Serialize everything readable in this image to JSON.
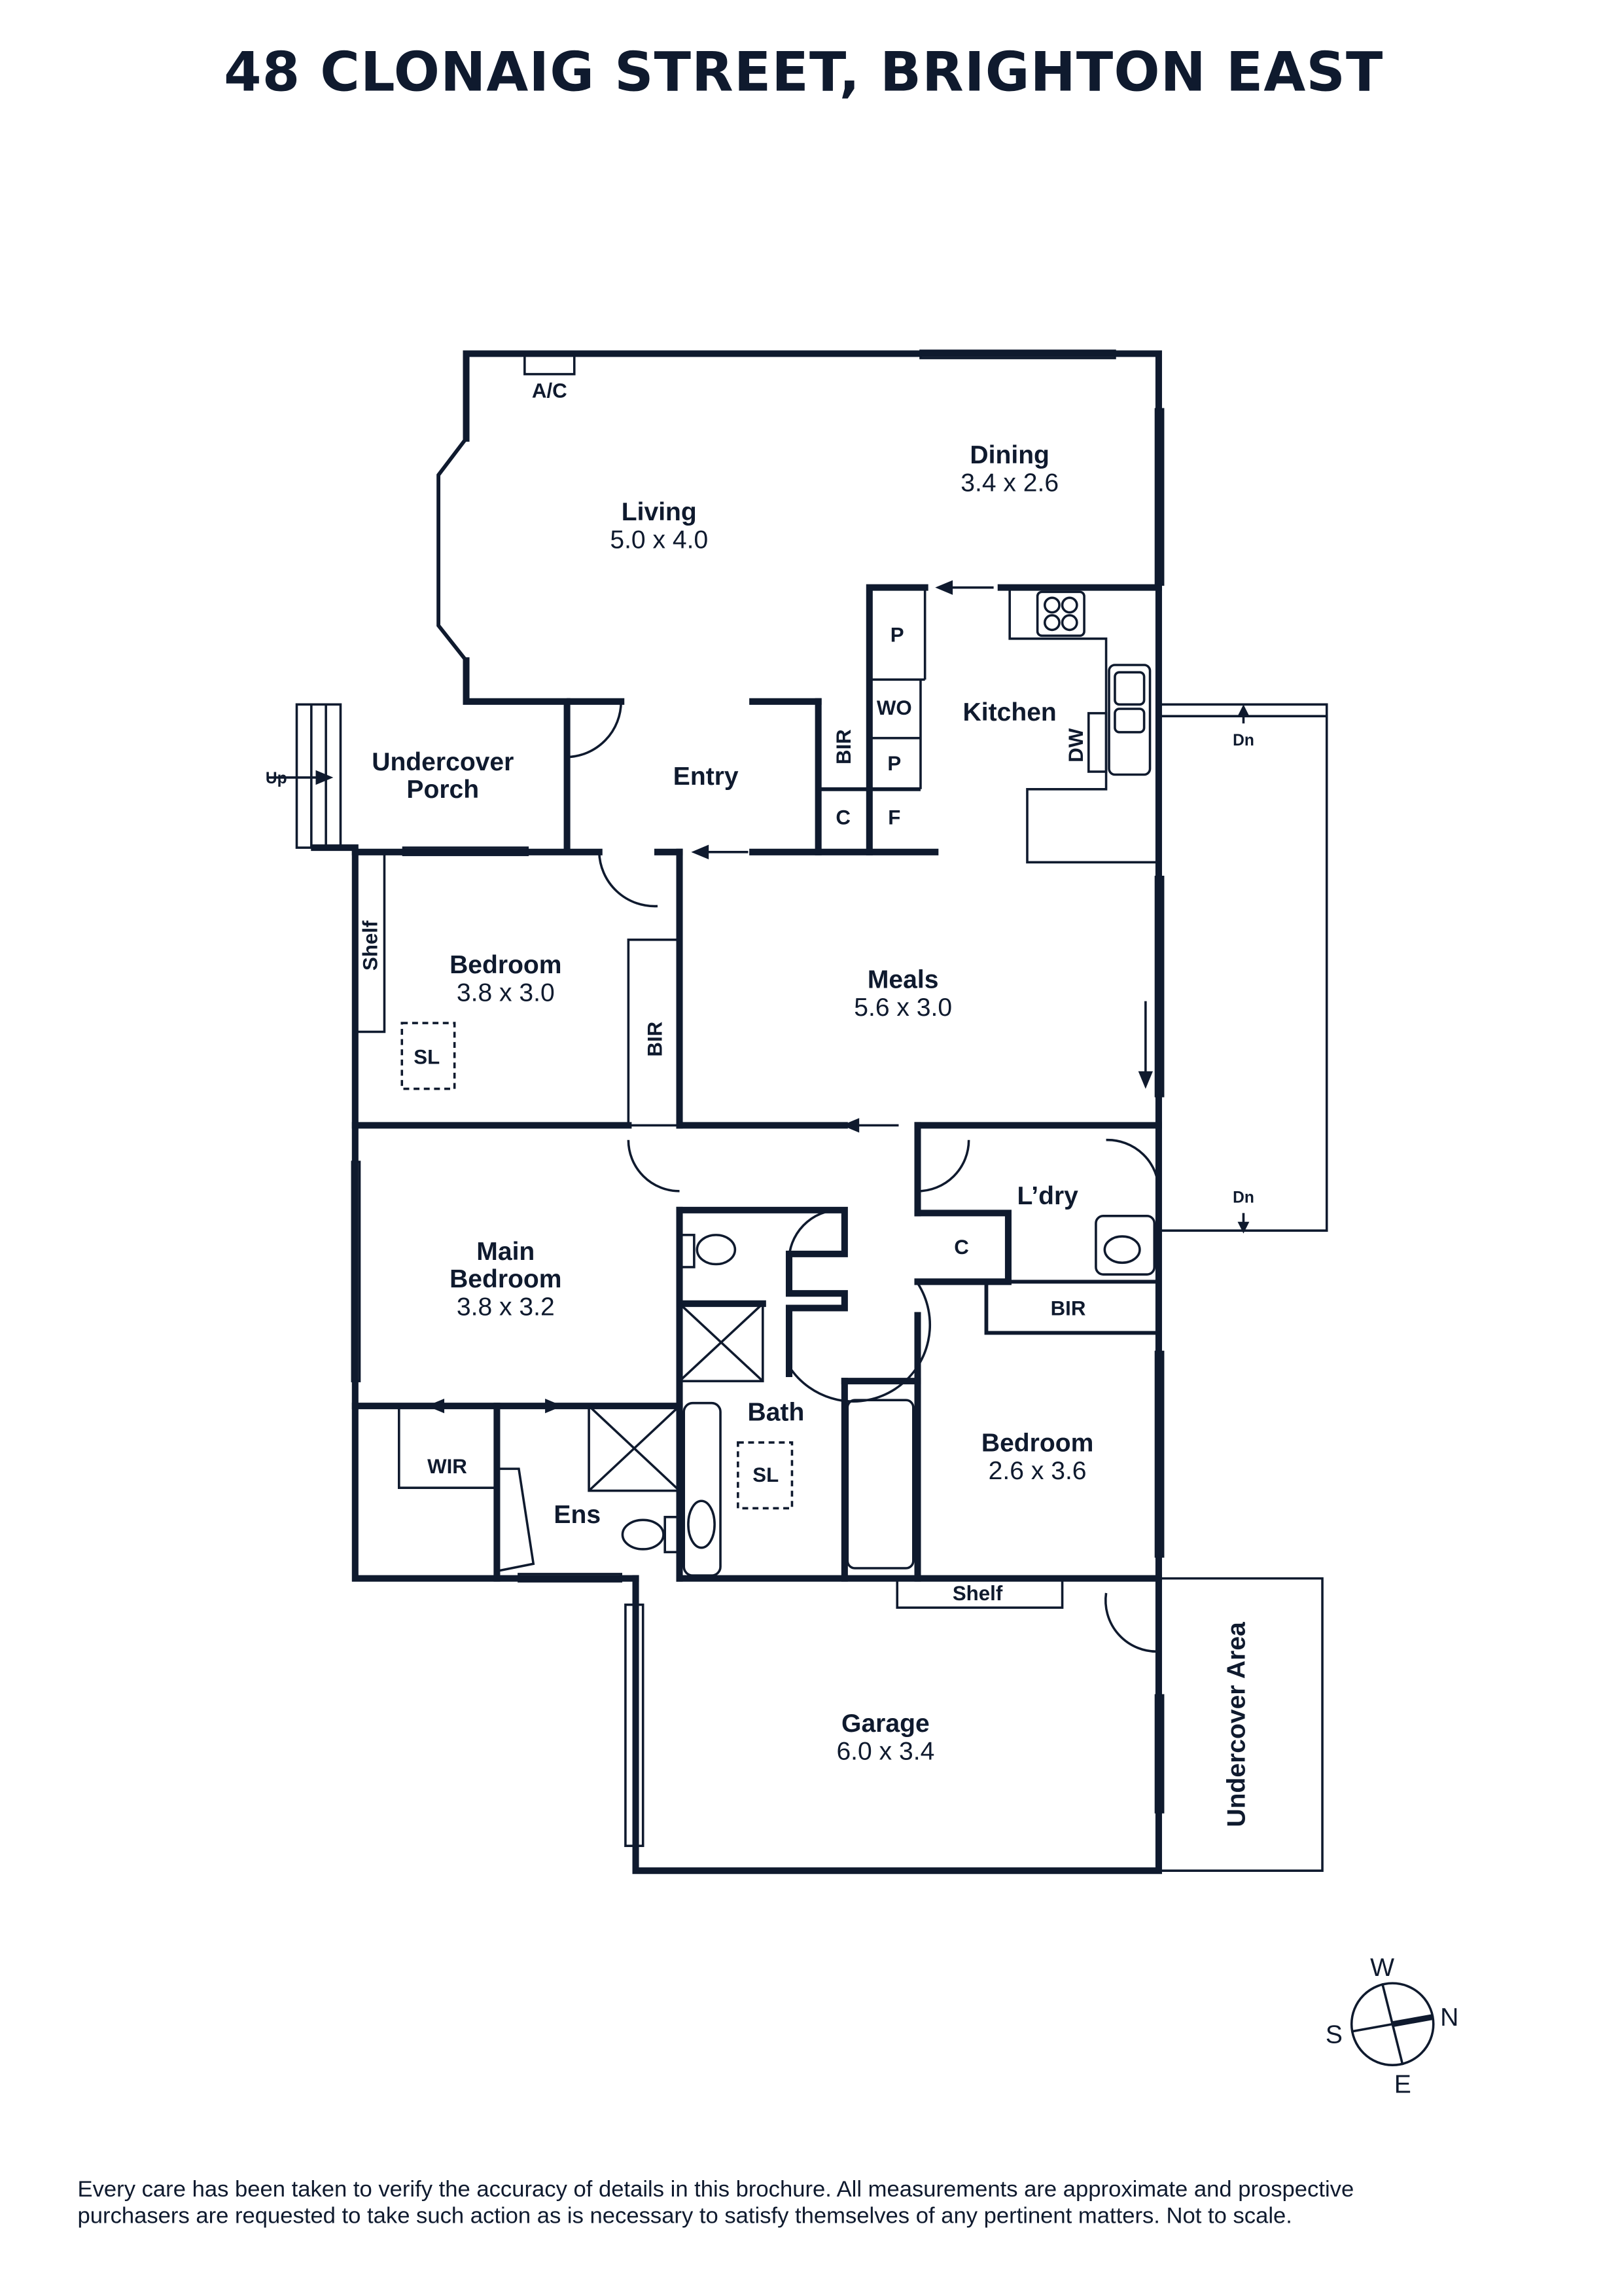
{
  "title": "48 CLONAIG STREET, BRIGHTON EAST",
  "rooms": {
    "living": {
      "label": "Living",
      "dims": "5.0 x 4.0"
    },
    "dining": {
      "label": "Dining",
      "dims": "3.4 x 2.6"
    },
    "kitchen": {
      "label": "Kitchen"
    },
    "entry": {
      "label": "Entry"
    },
    "porch": {
      "label1": "Undercover",
      "label2": "Porch"
    },
    "bedroom1": {
      "label": "Bedroom",
      "dims": "3.8 x 3.0"
    },
    "meals": {
      "label": "Meals",
      "dims": "5.6 x 3.0"
    },
    "main_bedroom": {
      "label1": "Main",
      "label2": "Bedroom",
      "dims": "3.8 x 3.2"
    },
    "laundry": {
      "label": "L’dry"
    },
    "bath": {
      "label": "Bath"
    },
    "ensuite": {
      "label": "Ens"
    },
    "bedroom2": {
      "label": "Bedroom",
      "dims": "2.6 x 3.6"
    },
    "garage": {
      "label": "Garage",
      "dims": "6.0 x 3.4"
    },
    "undercover_area": {
      "label": "Undercover Area"
    }
  },
  "fixtures": {
    "ac": "A/C",
    "pantry1": "P",
    "wall_oven": "WO",
    "pantry2": "P",
    "bir_kitchen": "BIR",
    "cupboard_kitchen": "C",
    "fridge": "F",
    "dishwasher": "DW",
    "shelf_bedroom": "Shelf",
    "skylight1": "SL",
    "bir_bedroom": "BIR",
    "wir": "WIR",
    "skylight2": "SL",
    "cupboard_laundry": "C",
    "bir_bedroom2": "BIR",
    "shelf_garage": "Shelf",
    "up": "Up",
    "down1": "Dn",
    "down2": "Dn"
  },
  "compass": {
    "n": "N",
    "s": "S",
    "e": "E",
    "w": "W"
  },
  "disclaimer": {
    "line1": "Every care has been taken to verify the accuracy of details in this brochure. All measurements are approximate and prospective",
    "line2": "purchasers are requested to take such action as is necessary to satisfy themselves of any pertinent matters. Not to scale."
  },
  "colors": {
    "ink": "#0f1a2e"
  }
}
